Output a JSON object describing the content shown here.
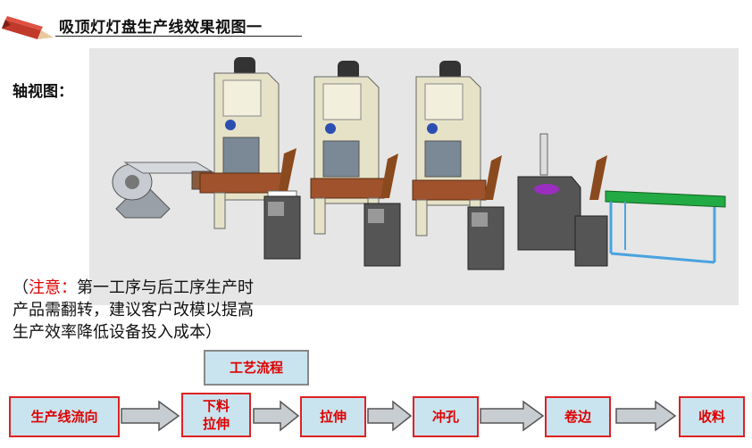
{
  "header": {
    "title": "吸顶灯灯盘生产线效果视图一",
    "icon": "pencil-icon"
  },
  "view_label": "轴视图：",
  "note": {
    "prefix": "（",
    "highlight": "注意：",
    "text_line1": "第一工序与后工序生产时",
    "line2": "产品需翻转，建议客户改模以提高",
    "line3": "生产效率降低设备投入成本）"
  },
  "process": {
    "title": "工艺流程"
  },
  "flow_steps": [
    {
      "label": "生产线流向"
    },
    {
      "label_line1": "下料",
      "label_line2": "拉伸"
    },
    {
      "label": "拉伸"
    },
    {
      "label": "冲孔"
    },
    {
      "label": "卷边"
    },
    {
      "label": "收料"
    }
  ],
  "colors": {
    "accent_red": "#e00000",
    "box_fill": "#c9e4ef",
    "box_border": "#d22222",
    "press_body": "#e6e2c8",
    "base_wood": "#a0522d",
    "conveyor_green": "#22aa44"
  }
}
